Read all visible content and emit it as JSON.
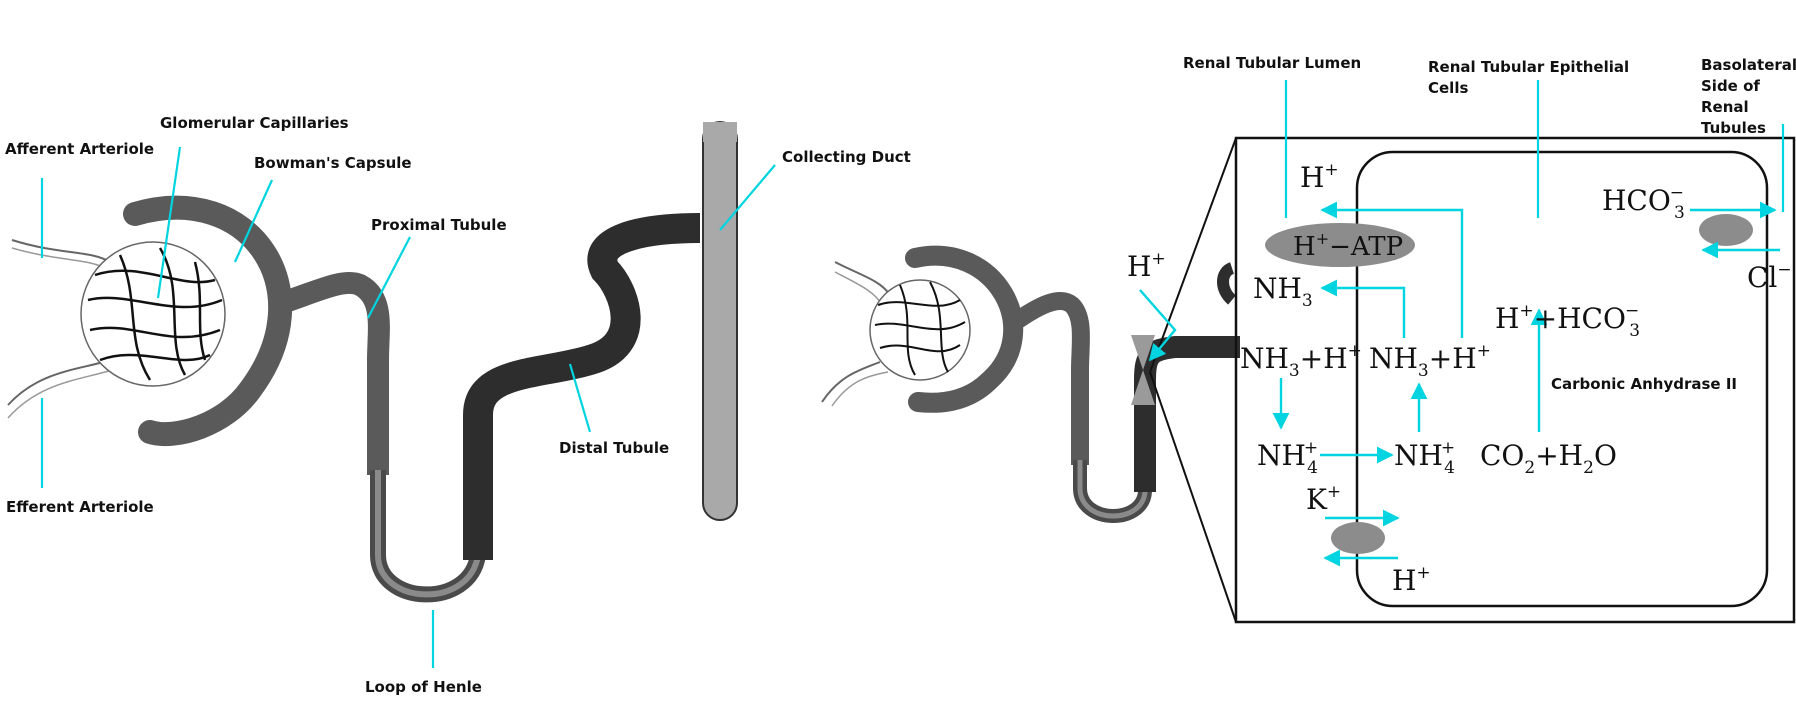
{
  "labels": {
    "afferent_arteriole": "Afferent Arteriole",
    "glomerular_capillaries": "Glomerular Capillaries",
    "bowmans_capsule": "Bowman's Capsule",
    "proximal_tubule": "Proximal Tubule",
    "collecting_duct": "Collecting Duct",
    "distal_tubule": "Distal Tubule",
    "efferent_arteriole": "Efferent Arteriole",
    "loop_of_henle": "Loop of Henle",
    "renal_tubular_lumen": "Renal Tubular Lumen",
    "epithelial_cells_line1": "Renal Tubular Epithelial",
    "epithelial_cells_line2": "Cells",
    "basolateral_line1": "Basolateral",
    "basolateral_line2": "Side of",
    "basolateral_line3": "Renal",
    "basolateral_line4": "Tubules",
    "carbonic_anhydrase": "Carbonic Anhydrase II"
  },
  "chemistry": {
    "h": "H",
    "plus": "+",
    "minus": "−",
    "atp_suffix": "−ATP",
    "nh3": "NH",
    "sub3": "3",
    "sub4": "4",
    "nh": "NH",
    "hco": "HCO",
    "cl": "Cl",
    "co2": "CO",
    "sub2": "2",
    "h2o_prefix": "+H",
    "o": "O",
    "k": "K",
    "plus_h": "+H",
    "h_plus_hco": "+HCO"
  },
  "colors": {
    "accent_cyan": "#00d4e0",
    "tubule_dark": "#333333",
    "tubule_medium": "#6b6b6b",
    "duct_light": "#a9a9a9",
    "pump_gray": "#8c8c8c"
  }
}
